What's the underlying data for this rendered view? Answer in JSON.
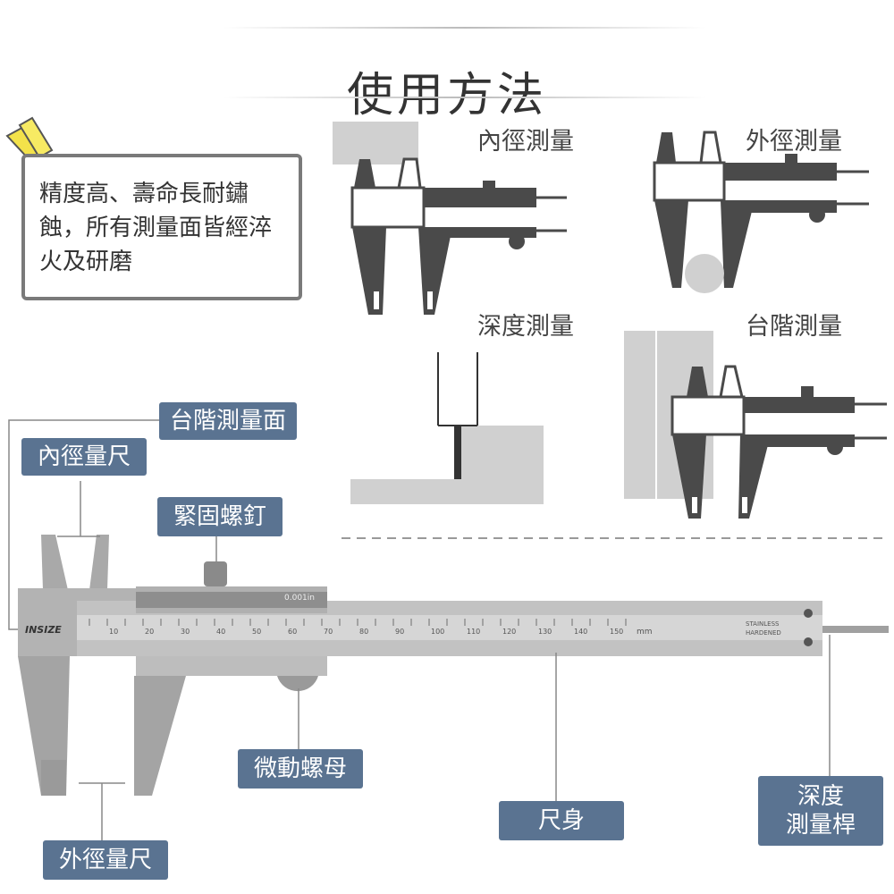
{
  "title": "使用方法",
  "note": "精度高、壽命長耐鏽蝕，所有測量面皆經淬火及研磨",
  "methods": {
    "inner": "內徑測量",
    "outer": "外徑測量",
    "depth": "深度測量",
    "step": "台階測量"
  },
  "labels": {
    "step_face": "台階測量面",
    "inner_jaw": "內徑量尺",
    "lock_screw": "緊固螺釘",
    "fine_nut": "微動螺母",
    "beam": "尺身",
    "depth_rod_1": "深度",
    "depth_rod_2": "測量桿",
    "outer_jaw": "外徑量尺"
  },
  "caliper": {
    "brand": "INSIZE",
    "vernier_top": "0.001in",
    "stainless": "STAINLESS",
    "hardened": "HARDENED",
    "unit": "mm",
    "scale": [
      "10",
      "20",
      "30",
      "40",
      "50",
      "60",
      "70",
      "80",
      "90",
      "100",
      "110",
      "120",
      "130",
      "140",
      "150"
    ]
  },
  "colors": {
    "label_bg": "#5a7391",
    "dark": "#4a4a4a",
    "gray": "#cfcfcf"
  }
}
